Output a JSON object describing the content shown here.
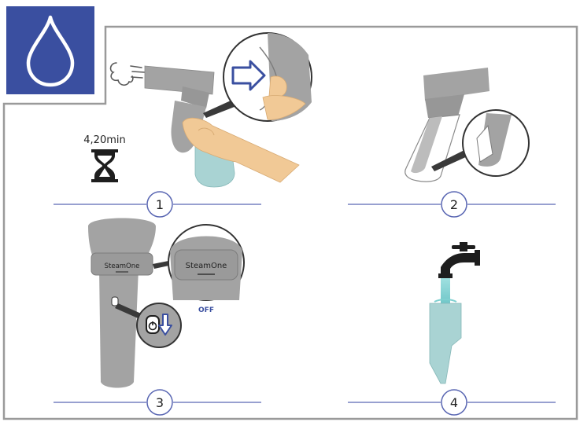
{
  "colors": {
    "frame": "#9a9a9a",
    "badge": "#3a4fa0",
    "divider": "#5a67b3",
    "device": "#a3a3a3",
    "device_dark": "#7c7c7c",
    "skin": "#f1c996",
    "bottle": "#a9d3d3",
    "water": "#7fd0d0",
    "accent": "#3a4fa0"
  },
  "icons": {
    "badge": "water-drop-icon",
    "steam": "steam-puff-icon",
    "timer": "hourglass-icon",
    "power": "power-button-icon"
  },
  "timer": {
    "label": "4,20min"
  },
  "device": {
    "brand": "SteamOne",
    "state": "OFF"
  },
  "steps": [
    {
      "number": "1"
    },
    {
      "number": "2"
    },
    {
      "number": "3"
    },
    {
      "number": "4"
    }
  ]
}
